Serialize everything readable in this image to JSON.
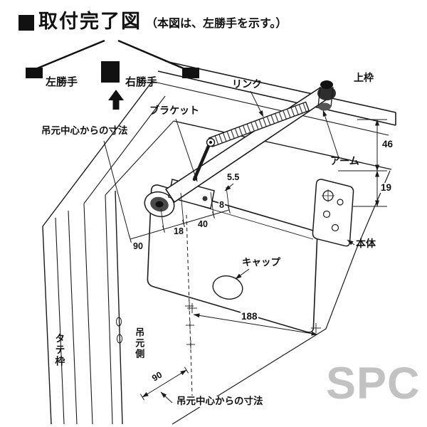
{
  "title": {
    "heading": "取付完了図",
    "note": "（本図は、左勝手を示す。）"
  },
  "legend": {
    "left_hand": "左勝手",
    "right_hand": "右勝手"
  },
  "labels": {
    "link": "リンク",
    "top_frame": "上枠",
    "bracket": "ブラケット",
    "dim_from_hinge_center_top": "吊元中心からの寸法",
    "arm": "アーム",
    "body": "本体",
    "cap": "キャップ",
    "vertical_frame": "タテ枠",
    "hinge_side": "吊元側",
    "dim_from_hinge_center_bottom": "吊元中心からの寸法"
  },
  "dimensions": {
    "frame_to_arm": "46",
    "arm_to_body": "19",
    "bracket_offset": "5.5",
    "pitch_8": "8",
    "pitch_18": "18",
    "pitch_40": "40",
    "hinge_to_first_hole": "90",
    "body_hole_span": "188",
    "hinge_bottom": "90"
  },
  "watermark": "SPC"
}
